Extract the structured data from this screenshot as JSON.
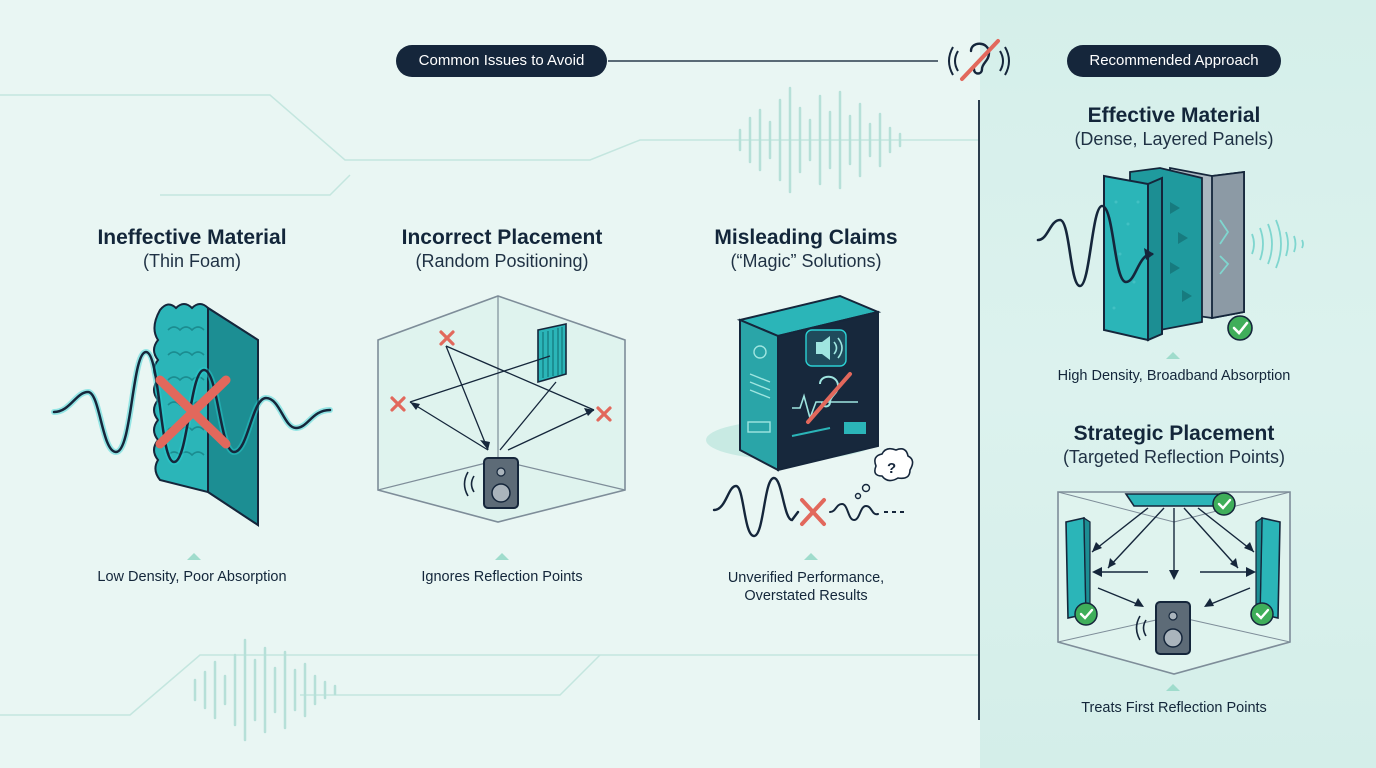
{
  "header": {
    "avoid_label": "Common Issues to Avoid",
    "recommended_label": "Recommended Approach"
  },
  "issues": [
    {
      "title": "Ineffective Material",
      "subtitle": "(Thin Foam)",
      "caption": [
        "Low Density, Poor Absorption"
      ]
    },
    {
      "title": "Incorrect Placement",
      "subtitle": "(Random Positioning)",
      "caption": [
        "Ignores Reflection Points"
      ]
    },
    {
      "title": "Misleading Claims",
      "subtitle": "(“Magic” Solutions)",
      "caption": [
        "Unverified Performance,",
        "Overstated Results"
      ]
    }
  ],
  "recommended": [
    {
      "title": "Effective Material",
      "subtitle": "(Dense, Layered Panels)",
      "caption": [
        "High Density, Broadband Absorption"
      ]
    },
    {
      "title": "Strategic Placement",
      "subtitle": "(Targeted Reflection Points)",
      "caption": [
        "Treats First Reflection Points"
      ]
    }
  ],
  "colors": {
    "background": "#e9f6f3",
    "panel": "#d8f0ec",
    "dark": "#15263b",
    "teal": "#2bb5b8",
    "error_red": "#e2685c",
    "success_green": "#3fae5a"
  },
  "icons": {
    "header_icon": "ear-crossed-icon",
    "bad_marker": "red-x-icon",
    "good_marker": "green-check-icon",
    "speaker": "speaker-icon",
    "thought": "question-bubble-icon"
  }
}
